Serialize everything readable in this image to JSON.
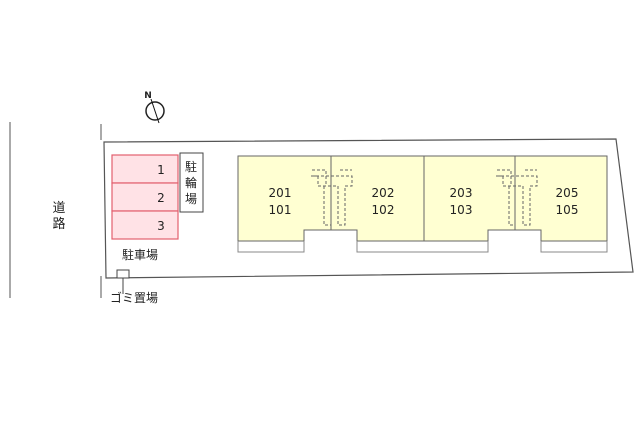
{
  "road": {
    "label_chars": [
      "道",
      "路"
    ]
  },
  "compass": {
    "letter": "N"
  },
  "parking": {
    "label": "駐車場",
    "spaces": [
      "1",
      "2",
      "3"
    ],
    "fill": "#ffe2e6",
    "stroke": "#e2606e"
  },
  "bicycle_parking": {
    "label_chars": [
      "駐",
      "輪",
      "場"
    ]
  },
  "garbage": {
    "label": "ゴミ置場"
  },
  "building": {
    "fill": "#ffffd2",
    "units": [
      {
        "upper": "201",
        "lower": "101"
      },
      {
        "upper": "202",
        "lower": "102"
      },
      {
        "upper": "203",
        "lower": "103"
      },
      {
        "upper": "205",
        "lower": "105"
      }
    ]
  }
}
